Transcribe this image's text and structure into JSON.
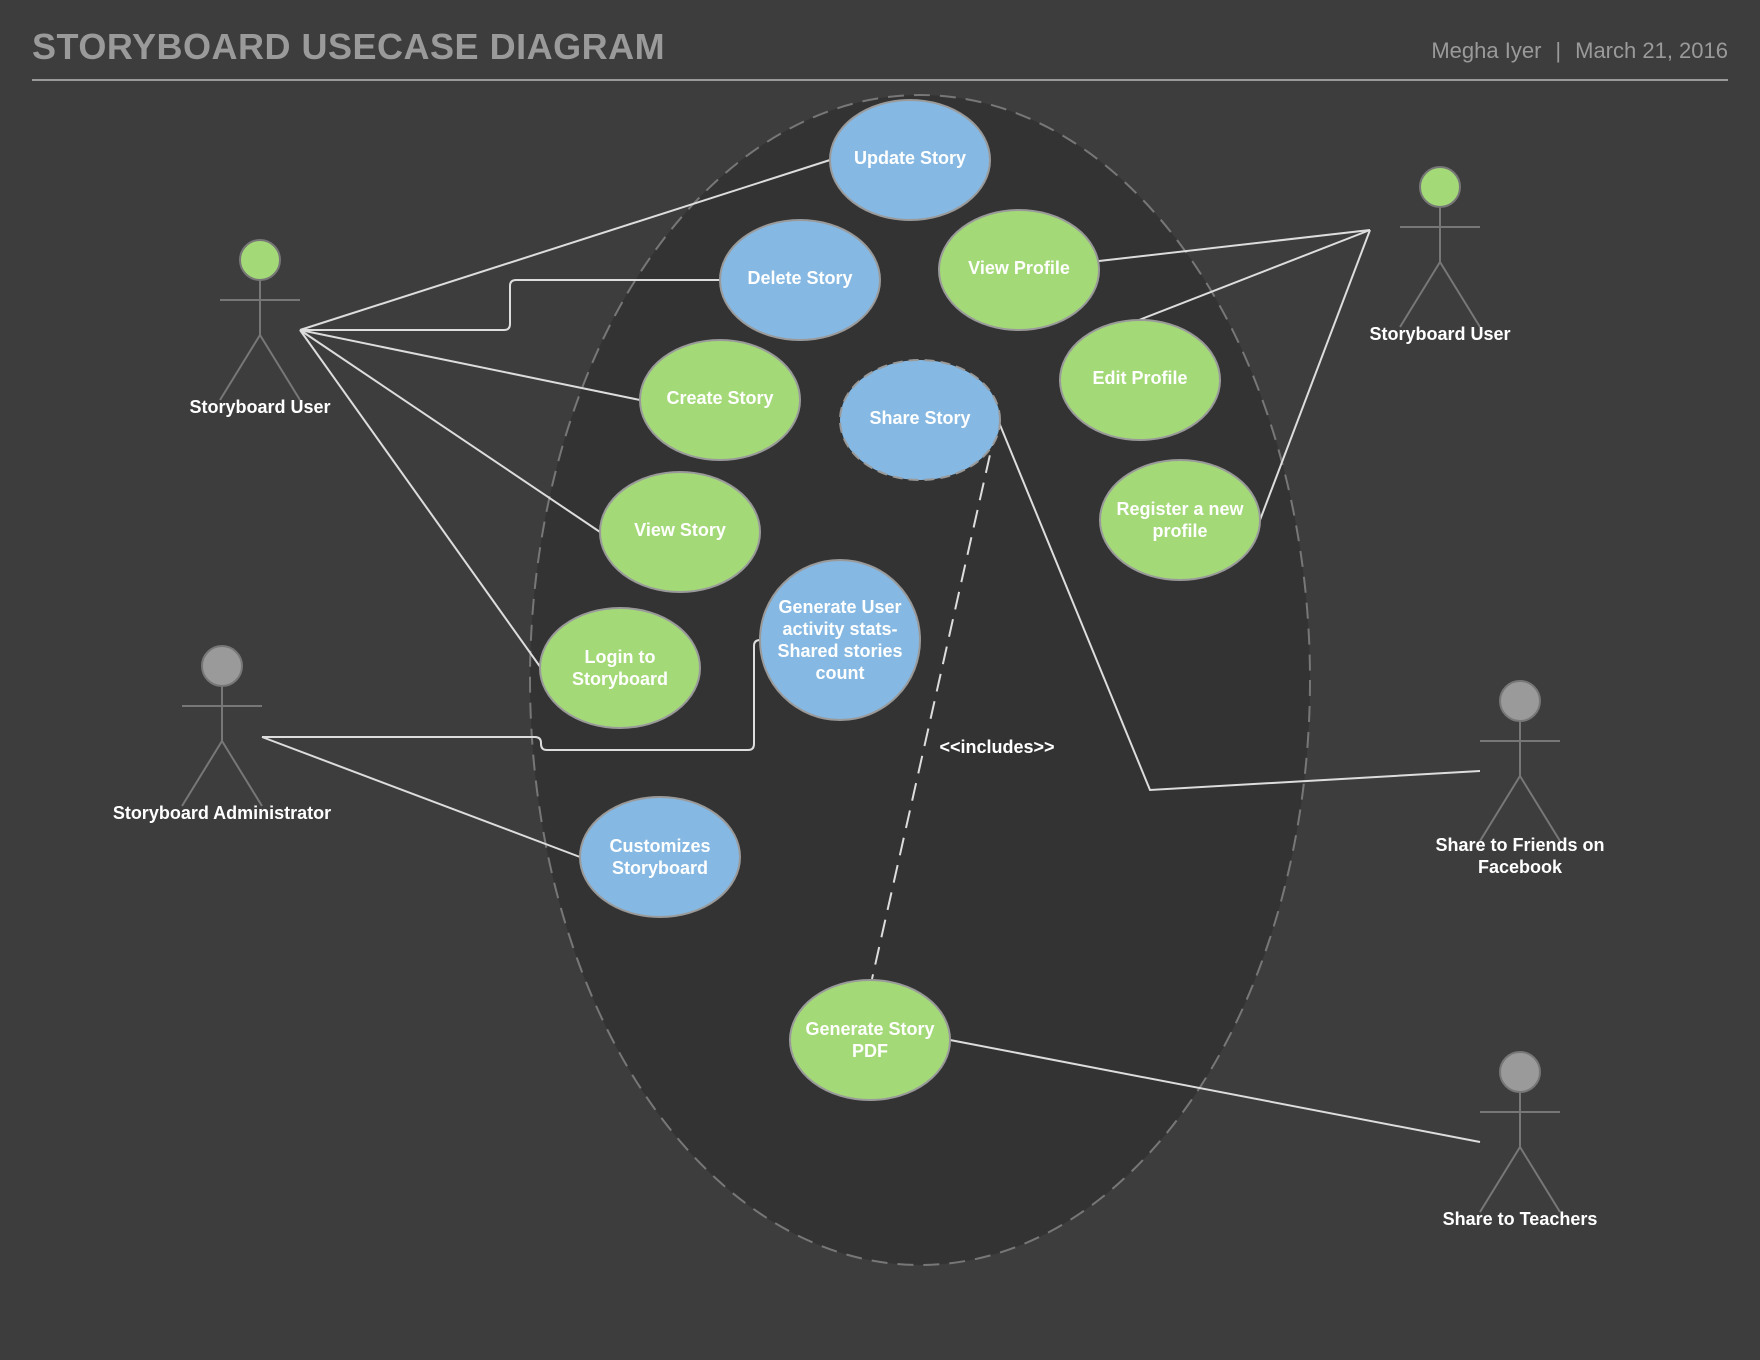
{
  "header": {
    "title": "STORYBOARD USECASE DIAGRAM",
    "author": "Megha Iyer",
    "separator": "|",
    "date": "March 21, 2016"
  },
  "colors": {
    "background": "#3d3d3d",
    "system_boundary_fill": "#333333",
    "green_usecase": "#a3d977",
    "blue_usecase": "#85b8e2",
    "connector": "#dddddd",
    "actor_green_head": "#a3d977",
    "actor_gray_head": "#9a9a9a"
  },
  "diagram": {
    "actors": [
      {
        "id": "user-left",
        "label": "Storyboard User",
        "head": "green"
      },
      {
        "id": "user-right",
        "label": "Storyboard User",
        "head": "green"
      },
      {
        "id": "admin",
        "label": "Storyboard Administrator",
        "head": "gray"
      },
      {
        "id": "facebook",
        "label": "Share to Friends on Facebook",
        "head": "gray"
      },
      {
        "id": "teachers",
        "label": "Share to Teachers",
        "head": "gray"
      }
    ],
    "use_cases": [
      {
        "id": "update-story",
        "label": "Update Story",
        "color": "blue"
      },
      {
        "id": "delete-story",
        "label": "Delete Story",
        "color": "blue"
      },
      {
        "id": "view-profile",
        "label": "View Profile",
        "color": "green"
      },
      {
        "id": "create-story",
        "label": "Create Story",
        "color": "green"
      },
      {
        "id": "share-story",
        "label": "Share Story",
        "color": "blue"
      },
      {
        "id": "edit-profile",
        "label": "Edit Profile",
        "color": "green"
      },
      {
        "id": "view-story",
        "label": "View Story",
        "color": "green"
      },
      {
        "id": "register-profile",
        "label": "Register a new profile",
        "color": "green"
      },
      {
        "id": "generate-stats",
        "label": "Generate User activity stats-Shared stories count",
        "color": "blue"
      },
      {
        "id": "login",
        "label": "Login to Storyboard",
        "color": "green"
      },
      {
        "id": "customize",
        "label": "Customizes Storyboard",
        "color": "blue"
      },
      {
        "id": "generate-pdf",
        "label": "Generate Story PDF",
        "color": "green"
      }
    ],
    "includes_label": "<<includes>>",
    "associations": [
      [
        "user-left",
        "update-story"
      ],
      [
        "user-left",
        "delete-story"
      ],
      [
        "user-left",
        "create-story"
      ],
      [
        "user-left",
        "view-story"
      ],
      [
        "user-left",
        "login"
      ],
      [
        "user-right",
        "view-profile"
      ],
      [
        "user-right",
        "edit-profile"
      ],
      [
        "user-right",
        "register-profile"
      ],
      [
        "admin",
        "generate-stats"
      ],
      [
        "admin",
        "customize"
      ],
      [
        "facebook",
        "share-story"
      ],
      [
        "teachers",
        "generate-pdf"
      ]
    ],
    "includes": [
      [
        "share-story",
        "generate-pdf"
      ]
    ]
  }
}
